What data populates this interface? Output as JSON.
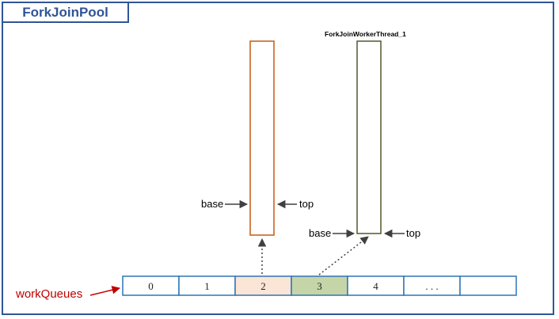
{
  "title": "ForkJoinPool",
  "queue_a": {
    "base_label": "base",
    "top_label": "top",
    "color": "#c55a11"
  },
  "queue_b": {
    "name": "ForkJoinWorkerThread_1",
    "base_label": "base",
    "top_label": "top",
    "color": "#4d5a28"
  },
  "array": {
    "label": "workQueues",
    "label_color": "#c00000",
    "border_color": "#2e75b6",
    "cells": [
      "0",
      "1",
      "2",
      "3",
      "4",
      ". . .",
      ""
    ],
    "highlight_colors": {
      "2": "#fbe5d6",
      "3": "#c5d5a8"
    }
  }
}
